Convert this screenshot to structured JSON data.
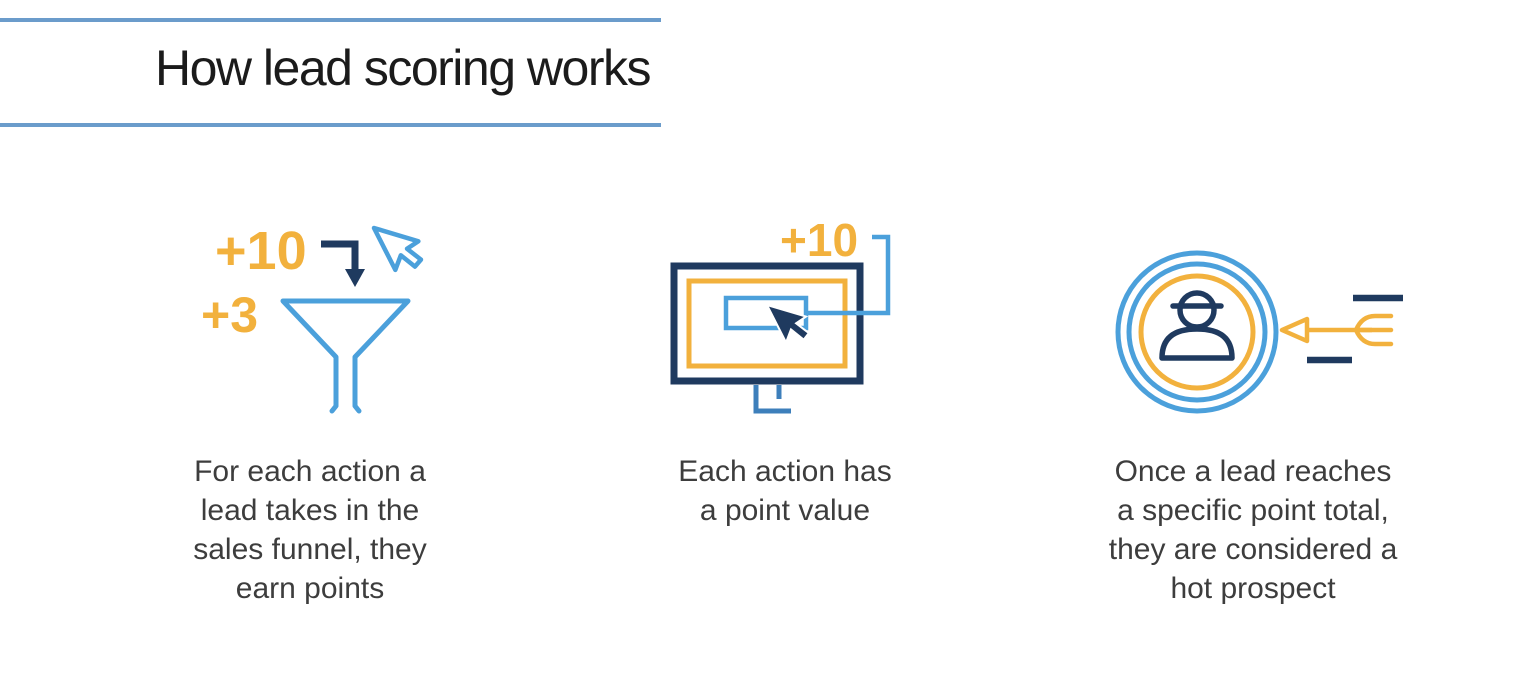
{
  "title": {
    "text": "How lead scoring works"
  },
  "colors": {
    "blue": "#4BA0DB",
    "blue_dark": "#3D7FBB",
    "navy": "#1F3A5F",
    "gold": "#F2B13D",
    "divider": "#6B9CCB",
    "ink": "#1B1B1B",
    "muted": "#3D3D3D"
  },
  "steps": [
    {
      "name": "earn-points",
      "icon": "funnel-points-icon",
      "badge_primary": "+10",
      "badge_secondary": "+3",
      "caption": "For each action a\nlead takes in the\nsales funnel, they\nearn points"
    },
    {
      "name": "point-value",
      "icon": "monitor-click-icon",
      "badge_primary": "+10",
      "caption": "Each action has\na point value"
    },
    {
      "name": "hot-prospect",
      "icon": "lead-target-dart-icon",
      "caption": "Once a lead reaches\na specific point total,\nthey are considered a\nhot prospect"
    }
  ]
}
